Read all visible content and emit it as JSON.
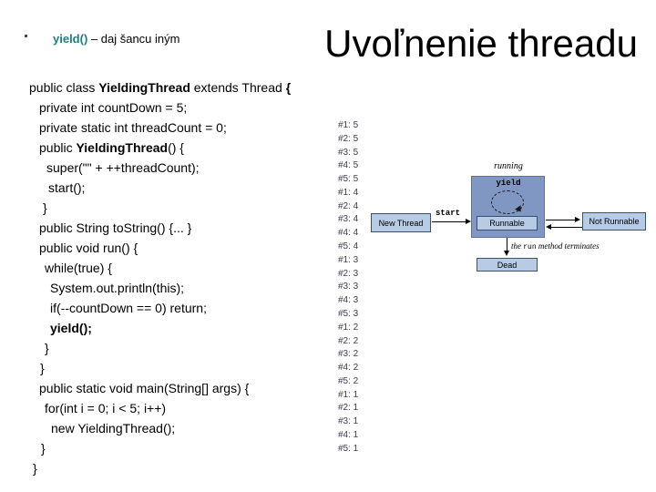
{
  "slide": {
    "title": "Uvoľnenie threadu",
    "bullet": {
      "keyword": "yield()",
      "rest": " – daj šancu iným"
    }
  },
  "colors": {
    "keyword_teal": "#1f7f7f",
    "output_text": "#3e3e52",
    "square_fill": "#8097c3",
    "box_fill": "#b7cbe5",
    "box_border": "#3c4f6e"
  },
  "code": {
    "lines": [
      {
        "indent": 0,
        "segments": [
          {
            "text": "public class ",
            "bold": false
          },
          {
            "text": "YieldingThread",
            "bold": true
          },
          {
            "text": " extends Thread ",
            "bold": false
          },
          {
            "text": "{",
            "bold": true
          }
        ]
      },
      {
        "indent": 11,
        "segments": [
          {
            "text": "private int countDown = 5;",
            "bold": false
          }
        ]
      },
      {
        "indent": 11,
        "segments": [
          {
            "text": "private static int threadCount = 0;",
            "bold": false
          }
        ]
      },
      {
        "indent": 11,
        "segments": [
          {
            "text": "public ",
            "bold": false
          },
          {
            "text": "YieldingThread",
            "bold": true
          },
          {
            "text": "() {",
            "bold": false
          }
        ]
      },
      {
        "indent": 19,
        "segments": [
          {
            "text": "super(\"\" + ++threadCount);",
            "bold": false
          }
        ]
      },
      {
        "indent": 21,
        "segments": [
          {
            "text": "start();",
            "bold": false
          }
        ]
      },
      {
        "indent": 15,
        "segments": [
          {
            "text": "}",
            "bold": false
          }
        ]
      },
      {
        "indent": 11,
        "segments": [
          {
            "text": "public String toString() {... }",
            "bold": false
          }
        ]
      },
      {
        "indent": 11,
        "segments": [
          {
            "text": "public void run() {",
            "bold": false
          }
        ]
      },
      {
        "indent": 17,
        "segments": [
          {
            "text": "while(true) {",
            "bold": false
          }
        ]
      },
      {
        "indent": 23,
        "segments": [
          {
            "text": "System.out.println(this);",
            "bold": false
          }
        ]
      },
      {
        "indent": 23,
        "segments": [
          {
            "text": "if(--countDown == 0) return;",
            "bold": false
          }
        ]
      },
      {
        "indent": 23,
        "segments": [
          {
            "text": "yield();",
            "bold": true
          }
        ]
      },
      {
        "indent": 17,
        "segments": [
          {
            "text": "}",
            "bold": false
          }
        ]
      },
      {
        "indent": 12,
        "segments": [
          {
            "text": "}",
            "bold": false
          }
        ]
      },
      {
        "indent": 11,
        "segments": [
          {
            "text": "public static void main(String[] args) {",
            "bold": false
          }
        ]
      },
      {
        "indent": 17,
        "segments": [
          {
            "text": "for(int i = 0; i < 5; i++)",
            "bold": false
          }
        ]
      },
      {
        "indent": 24,
        "segments": [
          {
            "text": "new YieldingThread();",
            "bold": false
          }
        ]
      },
      {
        "indent": 13,
        "segments": [
          {
            "text": "}",
            "bold": false
          }
        ]
      },
      {
        "indent": 4,
        "segments": [
          {
            "text": "}",
            "bold": false
          }
        ]
      }
    ]
  },
  "output": {
    "lines": [
      "#1: 5",
      "#2: 5",
      "#3: 5",
      "#4: 5",
      "#5: 5",
      "#1: 4",
      "#2: 4",
      "#3: 4",
      "#4: 4",
      "#5: 4",
      "#1: 3",
      "#2: 3",
      "#3: 3",
      "#4: 3",
      "#5: 3",
      "#1: 2",
      "#2: 2",
      "#3: 2",
      "#4: 2",
      "#5: 2",
      "#1: 1",
      "#2: 1",
      "#3: 1",
      "#4: 1",
      "#5: 1"
    ]
  },
  "diagram": {
    "running_label": "running",
    "yield_label": "yield",
    "start_label": "start",
    "new_thread_label": "New Thread",
    "runnable_label": "Runnable",
    "not_runnable_label": "Not Runnable",
    "dead_label": "Dead",
    "terminates_pre": "the ",
    "terminates_run": "run",
    "terminates_post": " method terminates"
  }
}
